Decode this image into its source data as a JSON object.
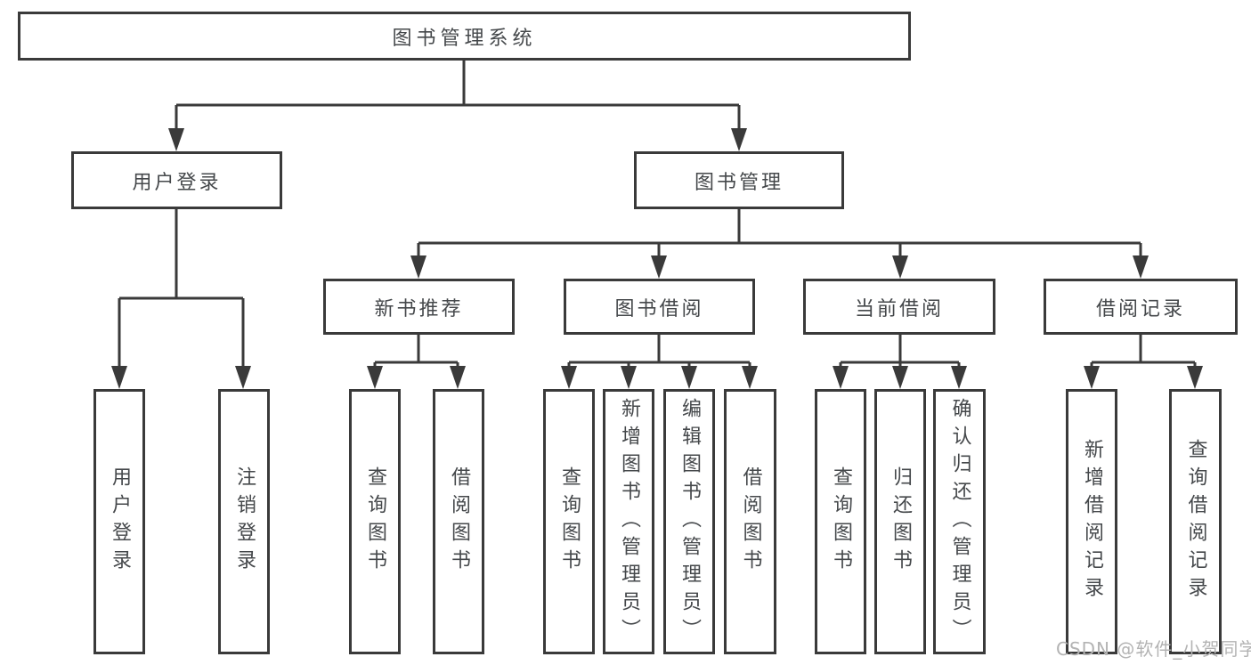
{
  "title": "图书管理系统",
  "branches": [
    {
      "label": "用户登录",
      "children": [
        {
          "label": "用户登录"
        },
        {
          "label": "注销登录"
        }
      ]
    },
    {
      "label": "图书管理",
      "children": [
        {
          "label": "新书推荐",
          "children": [
            {
              "label": "查询图书"
            },
            {
              "label": "借阅图书"
            }
          ]
        },
        {
          "label": "图书借阅",
          "children": [
            {
              "label": "查询图书"
            },
            {
              "label": "新增图书（管理员）"
            },
            {
              "label": "编辑图书（管理员）"
            },
            {
              "label": "借阅图书"
            }
          ]
        },
        {
          "label": "当前借阅",
          "children": [
            {
              "label": "查询图书"
            },
            {
              "label": "归还图书"
            },
            {
              "label": "确认归还（管理员）"
            }
          ]
        },
        {
          "label": "借阅记录",
          "children": [
            {
              "label": "新增借阅记录"
            },
            {
              "label": "查询借阅记录"
            }
          ]
        }
      ]
    }
  ],
  "watermark": "CSDN @软件_小贺同学",
  "colors": {
    "line": "#3a3a3a",
    "text": "#45484b",
    "watermark": "#b3b3b3"
  }
}
